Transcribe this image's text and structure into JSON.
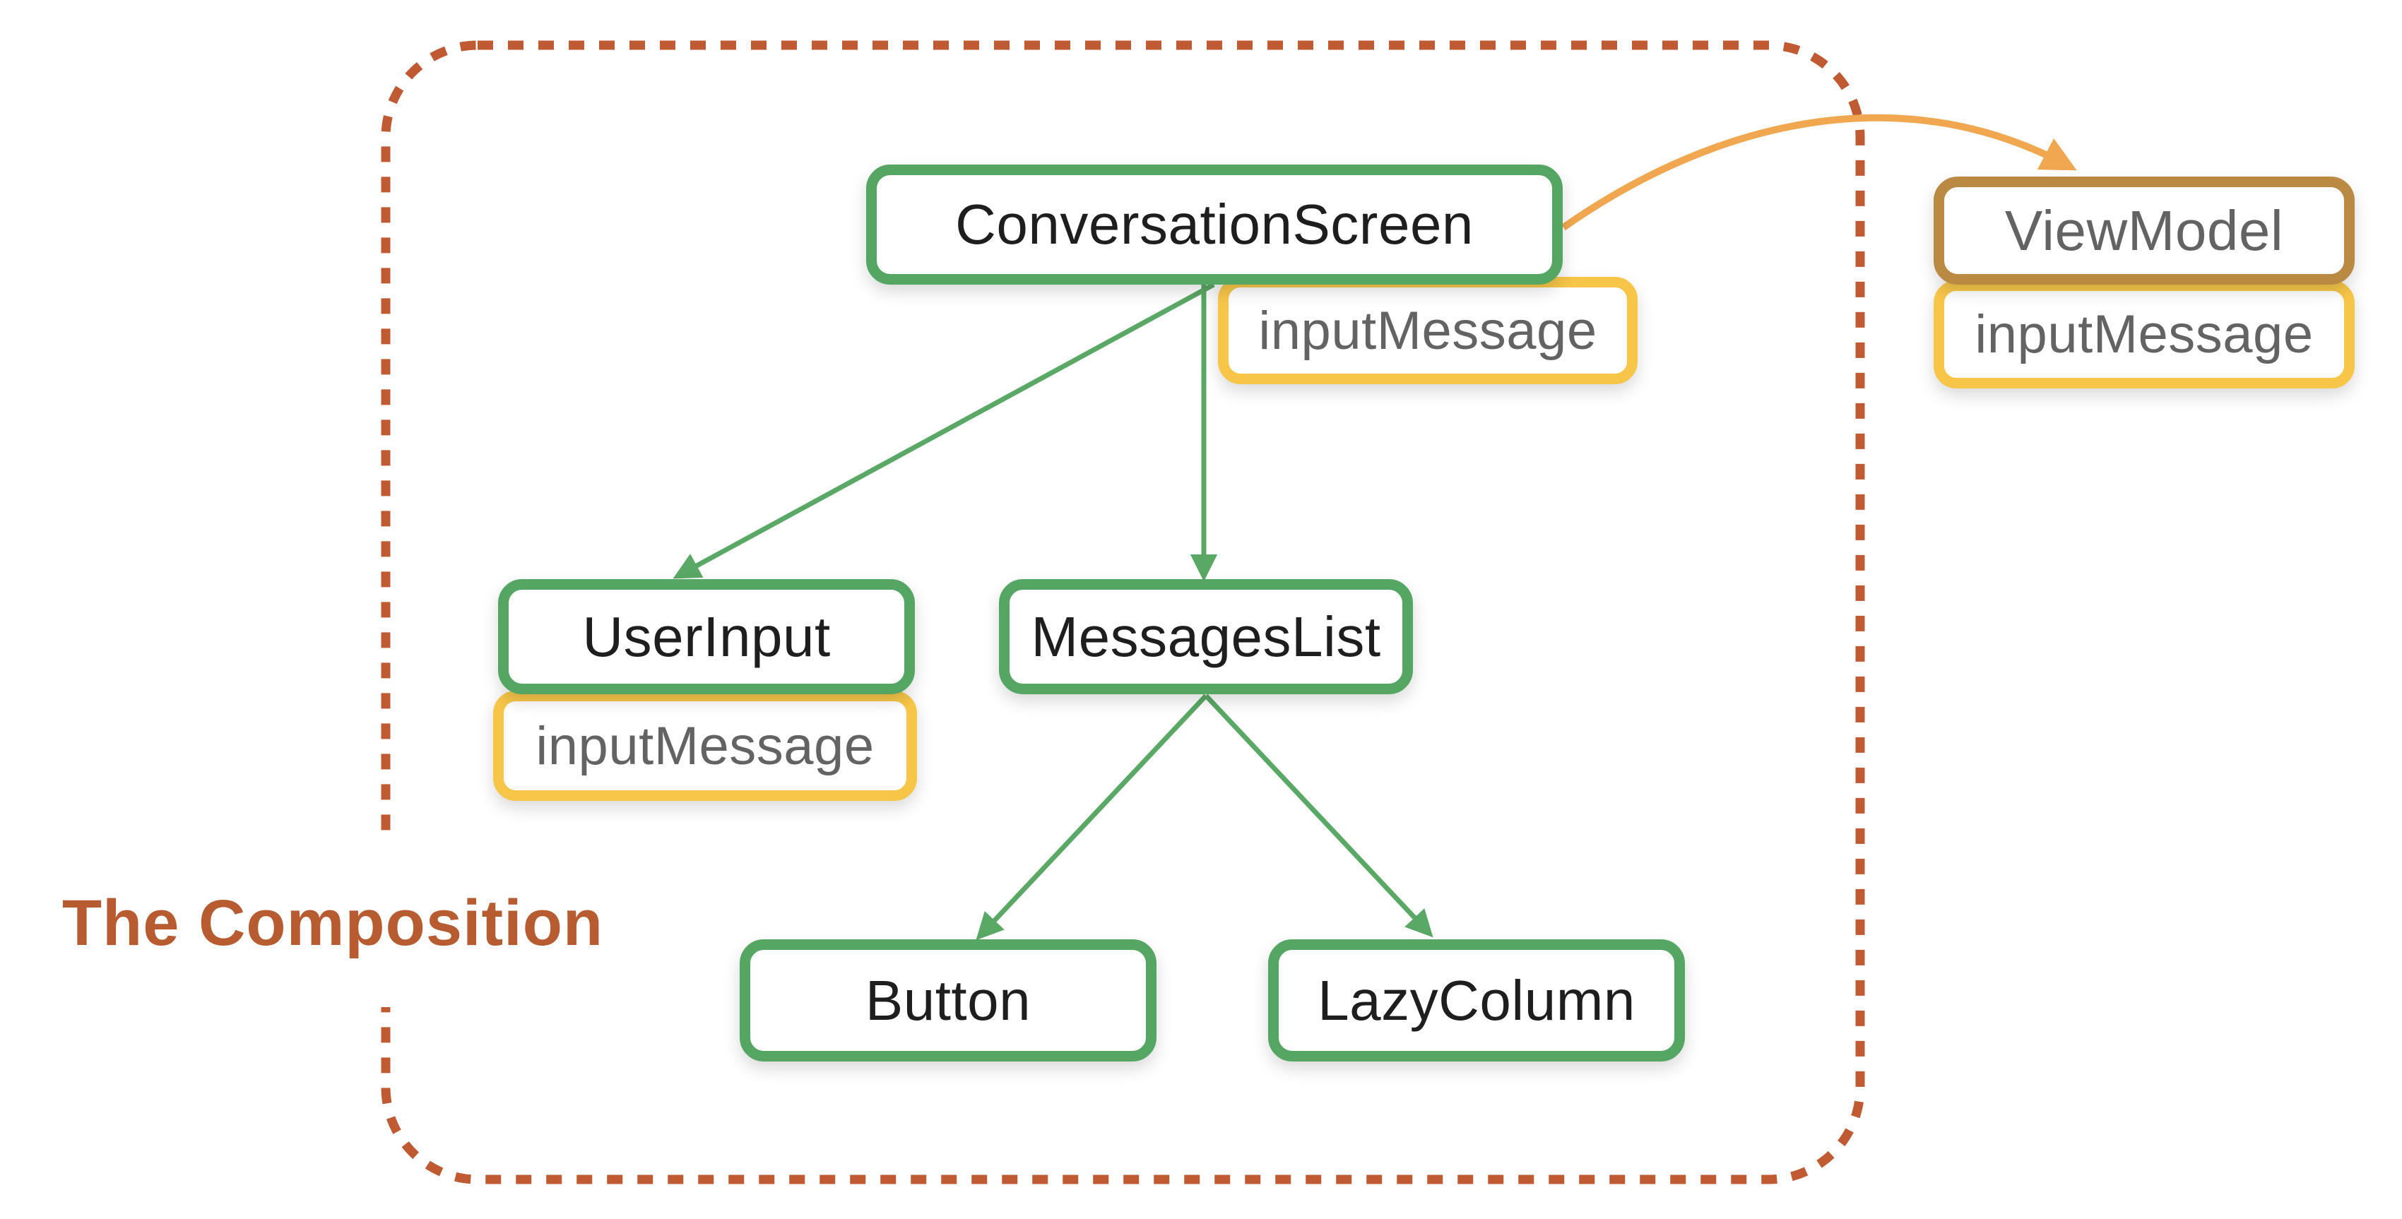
{
  "title": {
    "text": "The Composition"
  },
  "colors": {
    "node_border": "#55a663",
    "edge_green": "#5aa865",
    "badge_border": "#f7c649",
    "viewmodel_border": "#ba8a42",
    "edge_orange": "#f0a74f",
    "boundary_dash": "#c05a32",
    "title_text": "#b75b31",
    "node_text": "#1e1e1e",
    "badge_text": "#636363"
  },
  "nodes": {
    "conversation_screen": {
      "label": "ConversationScreen"
    },
    "user_input": {
      "label": "UserInput"
    },
    "messages_list": {
      "label": "MessagesList"
    },
    "button": {
      "label": "Button"
    },
    "lazy_column": {
      "label": "LazyColumn"
    },
    "view_model": {
      "label": "ViewModel"
    }
  },
  "badges": {
    "conversation_screen": {
      "label": "inputMessage"
    },
    "user_input": {
      "label": "inputMessage"
    },
    "view_model": {
      "label": "inputMessage"
    }
  }
}
